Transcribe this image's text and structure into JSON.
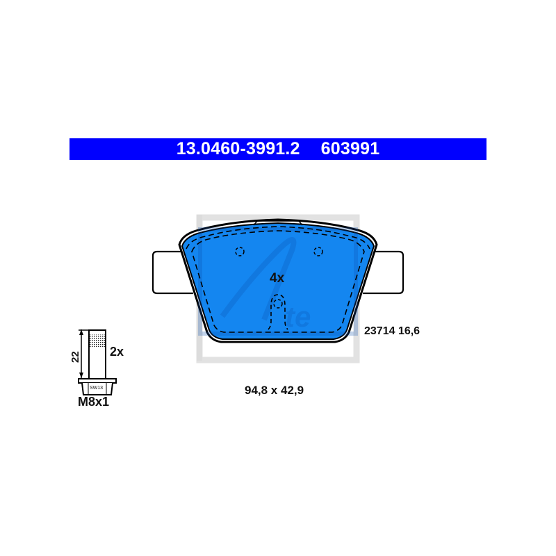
{
  "header": {
    "part_number": "13.0460-3991.2",
    "alt_number": "603991",
    "bar_color": "#0000ff"
  },
  "pad": {
    "quantity_label": "4x",
    "fill_color": "#1486f0",
    "wva_and_thickness": "23714 16,6",
    "dimensions": "94,8 x 42,9",
    "watermark": "Ate"
  },
  "bolt": {
    "quantity_label": "2x",
    "length_label": "22",
    "wrench_size": "SW13",
    "thread_label": "M8x1"
  }
}
